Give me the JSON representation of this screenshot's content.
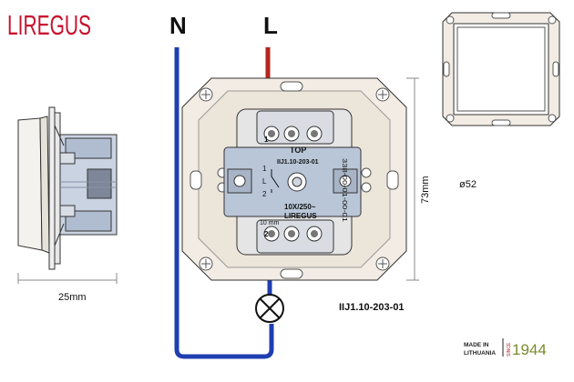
{
  "brand": {
    "logo": "LIREGUS"
  },
  "terminals": {
    "neutral": "N",
    "live": "L"
  },
  "dimensions": {
    "width": "25mm",
    "height": "73mm",
    "diameter": "ø52",
    "strip": "10 mm"
  },
  "module": {
    "top": "TOP",
    "model": "IIJ1.10-203-01",
    "rating": "10X/250~",
    "brand": "LIREGUS",
    "side_code": "338-00-01-00-01",
    "pos1": "1",
    "pos2": "2",
    "pin1": "1",
    "pin2": "2",
    "pin_l": "L",
    "caption": "IIJ1.10-203-01"
  },
  "badge": {
    "made_in": "MADE IN",
    "country": "LITHUANIA",
    "since": "SINCE",
    "year": "1944"
  },
  "colors": {
    "wire_n": "#1f3fb0",
    "wire_l": "#b3261e",
    "frame": "#f2ece4",
    "module": "#b9c6d8",
    "year": "#7c8b2e"
  }
}
